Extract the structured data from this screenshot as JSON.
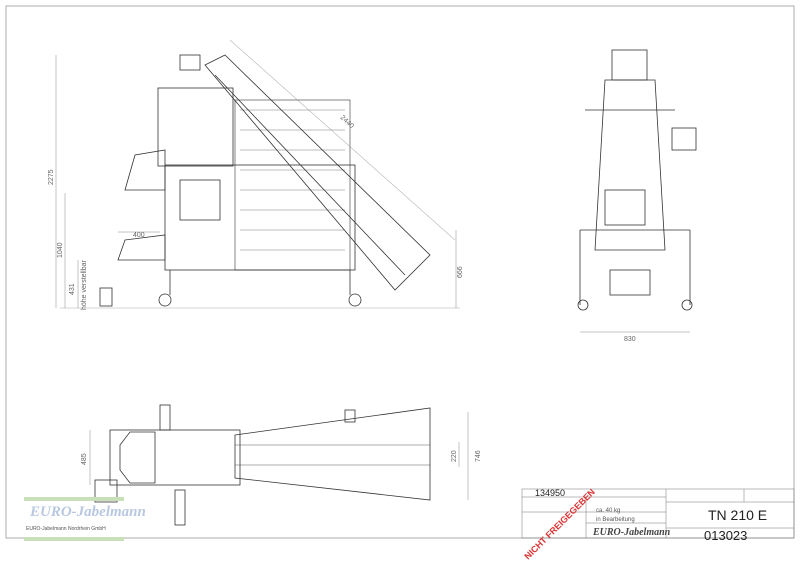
{
  "drawing": {
    "side_view_dimensions": {
      "overall_height": "2275",
      "infeed_height": "1040",
      "adjustable_height": "431",
      "adjustable_note": "höhe verstellbar",
      "infeed_width": "400",
      "conveyor_length": "2440",
      "discharge_height": "666"
    },
    "front_view_dimensions": {
      "width": "830"
    },
    "top_view_dimensions": {
      "depth": "485",
      "channel_width": "220",
      "outer_width": "746"
    }
  },
  "title_block": {
    "article_no": "134950",
    "weight": "ca. 40 kg",
    "status": "in Bearbeitung",
    "designation": "TN 210 E",
    "drawing_no": "013023",
    "stamp": "NICHT FREIGEGEBEN",
    "company_logo": "EURO-Jabelmann"
  },
  "watermark": {
    "logo": "EURO-Jabelmann",
    "company": "EURO-Jabelmann Nordrhein GmbH",
    "accent_color": "#c8e0b8"
  }
}
